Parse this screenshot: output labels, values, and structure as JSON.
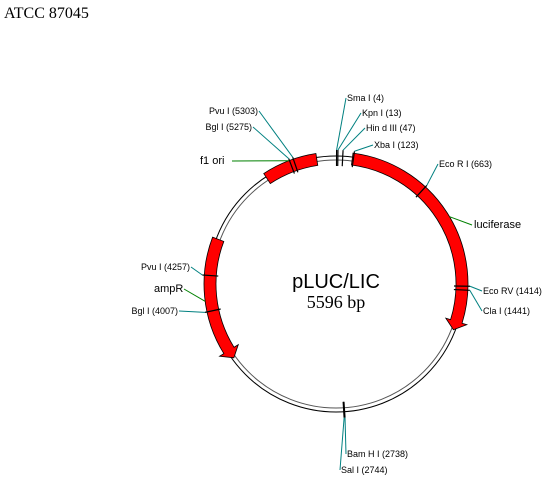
{
  "header": {
    "label": "ATCC 87045"
  },
  "plasmid": {
    "name": "pLUC/LIC",
    "size_label": "5596 bp",
    "total_bp": 5596
  },
  "colors": {
    "feature": "#ff0000",
    "site_line": "#008080",
    "feature_line": "#008000",
    "backbone": "#000000"
  },
  "features": [
    {
      "name": "luciferase",
      "start": 115,
      "end": 1730,
      "direction": "cw",
      "label_side": "right"
    },
    {
      "name": "f1 ori",
      "start": 5080,
      "end": 5460,
      "direction": "none",
      "label_side": "left"
    },
    {
      "name": "ampR",
      "start": 3640,
      "end": 4520,
      "direction": "ccw",
      "label_side": "left"
    }
  ],
  "sites": [
    {
      "label": "Sma  I (4)",
      "pos": 4
    },
    {
      "label": "Kpn  I (13)",
      "pos": 13
    },
    {
      "label": "Hin d III (47)",
      "pos": 47
    },
    {
      "label": "Xba  I (123)",
      "pos": 123
    },
    {
      "label": "Eco R I (663)",
      "pos": 663
    },
    {
      "label": "Eco  RV (1414)",
      "pos": 1414
    },
    {
      "label": "Cla  I (1441)",
      "pos": 1441
    },
    {
      "label": "Bam  H I (2738)",
      "pos": 2738
    },
    {
      "label": "Sal  I (2744)",
      "pos": 2744
    },
    {
      "label": "Bgl  I (4007)",
      "pos": 4007
    },
    {
      "label": "Pvu  I (4257)",
      "pos": 4257
    },
    {
      "label": "Bgl  I (5275)",
      "pos": 5275
    },
    {
      "label": "Pvu  I (5303)",
      "pos": 5303
    }
  ]
}
